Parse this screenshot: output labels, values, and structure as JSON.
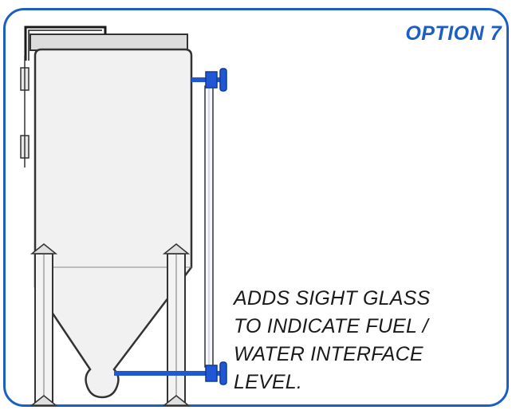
{
  "header": {
    "option_label": "OPTION 7"
  },
  "caption": {
    "lines": [
      "ADDS SIGHT GLASS",
      "TO INDICATE FUEL /",
      "WATER INTERFACE",
      "LEVEL."
    ]
  },
  "icons": {
    "tank": "storage-tank-icon",
    "sight_glass": "sight-glass-icon",
    "valve": "valve-icon"
  },
  "colors": {
    "frame": "#1c5fc4",
    "title": "#1c5fc4",
    "sight_glass_piping": "#1f57d6",
    "tank_outline": "#333333",
    "tank_fill": "#f1f1f1",
    "caption_text": "#1a1a1a"
  }
}
